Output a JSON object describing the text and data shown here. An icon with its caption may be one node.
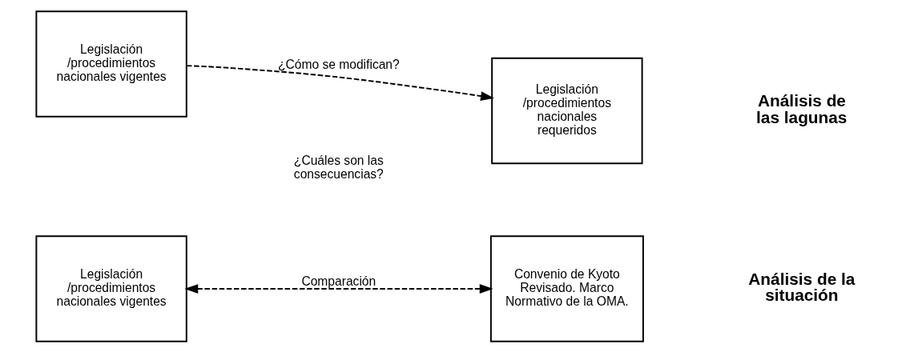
{
  "diagram": {
    "nodes": [
      {
        "text": [
          "Legislación /procedimientos nacionales vigentes"
        ]
      },
      {
        "text": [
          "Convenio de Kyoto Revisado. Marco Normativo de la OMA."
        ]
      },
      {
        "text": [
          "Legislación /procedimientos nacionales vigentes"
        ]
      },
      {
        "text": [
          "Legislación /procedimientos nacionales requeridos"
        ]
      }
    ],
    "edges": [
      {
        "from": 0,
        "to": 1,
        "arrow": "both",
        "style": "dashed",
        "label": "Comparación"
      },
      {
        "from": 2,
        "to": 3,
        "arrow": "to",
        "style": "dashed",
        "label": "¿Cómo se modifican?"
      }
    ],
    "labels": [
      "Análisis de la situación",
      "¿Cuáles son las consecuencias?",
      "Análisis de las lagunas"
    ]
  }
}
